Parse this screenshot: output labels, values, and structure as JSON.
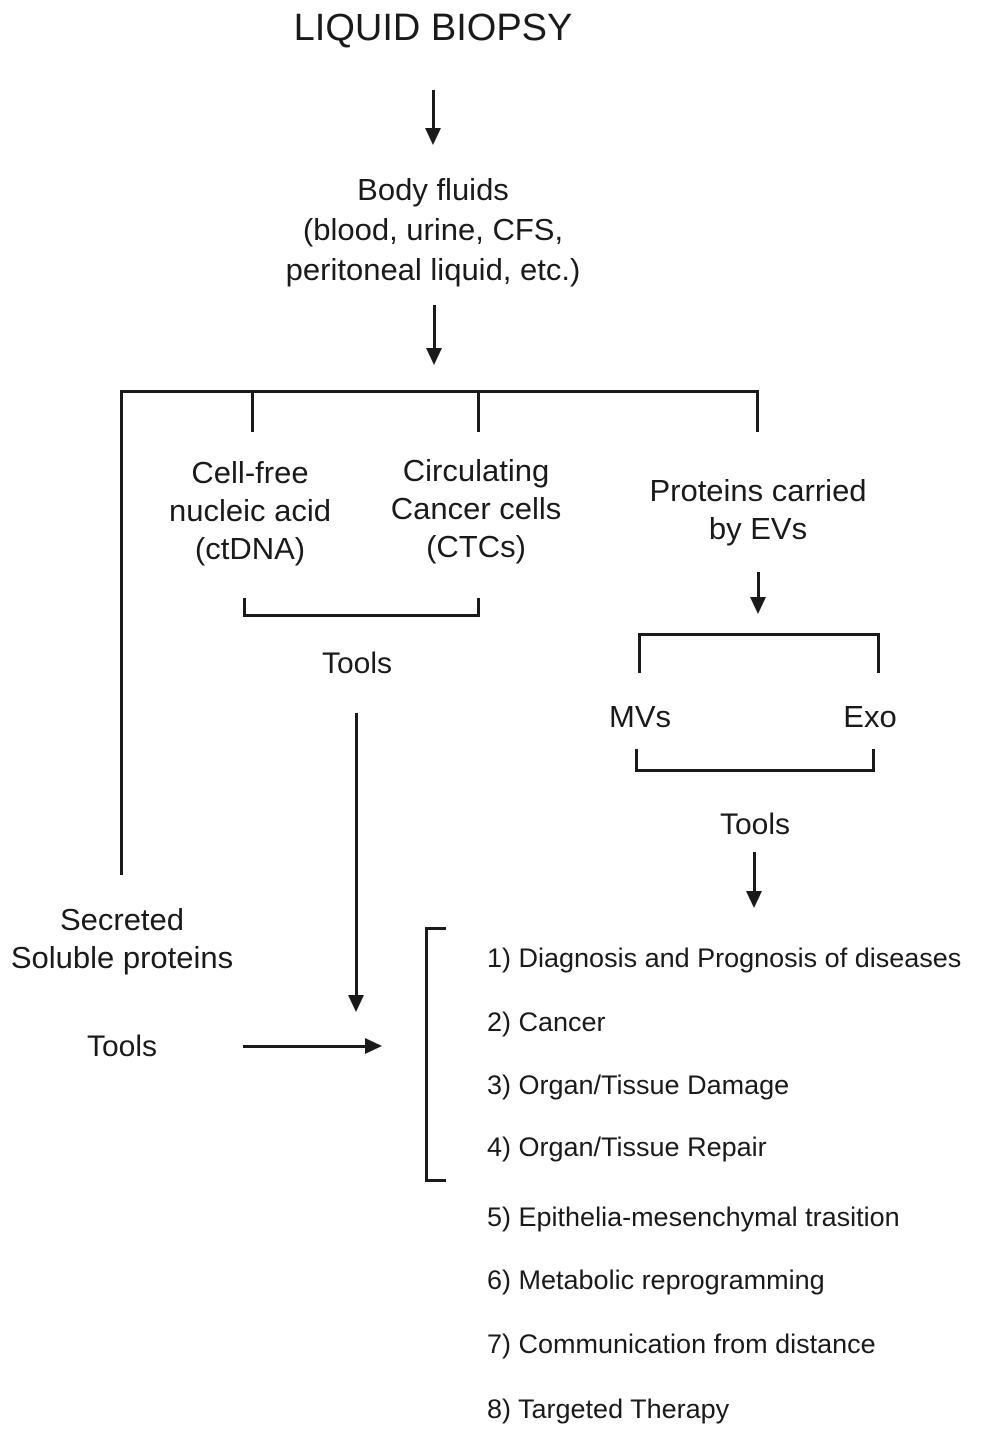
{
  "title": "LIQUID BIOPSY",
  "body_fluids": {
    "line1": "Body fluids",
    "line2": "(blood, urine, CFS,",
    "line3": "peritoneal liquid, etc.)"
  },
  "branches": {
    "cell_free": {
      "line1": "Cell-free",
      "line2": "nucleic acid",
      "line3": "(ctDNA)"
    },
    "circulating": {
      "line1": "Circulating",
      "line2": "Cancer cells",
      "line3": "(CTCs)"
    },
    "proteins_ev": {
      "line1": "Proteins carried",
      "line2": "by EVs"
    },
    "secreted": {
      "line1": "Secreted",
      "line2": "Soluble proteins"
    }
  },
  "ev_subtypes": {
    "mvs": "MVs",
    "exo": "Exo"
  },
  "tools": {
    "nucleic_ctc": "Tools",
    "ev": "Tools",
    "secreted": "Tools"
  },
  "outcomes": [
    "1) Diagnosis and Prognosis of diseases",
    "2) Cancer",
    "3) Organ/Tissue Damage",
    "4) Organ/Tissue Repair",
    "5) Epithelia-mesenchymal trasition",
    "6) Metabolic reprogramming",
    "7) Communication from distance",
    "8) Targeted Therapy"
  ],
  "colors": {
    "ink": "#1a1a1a",
    "background": "#ffffff"
  }
}
